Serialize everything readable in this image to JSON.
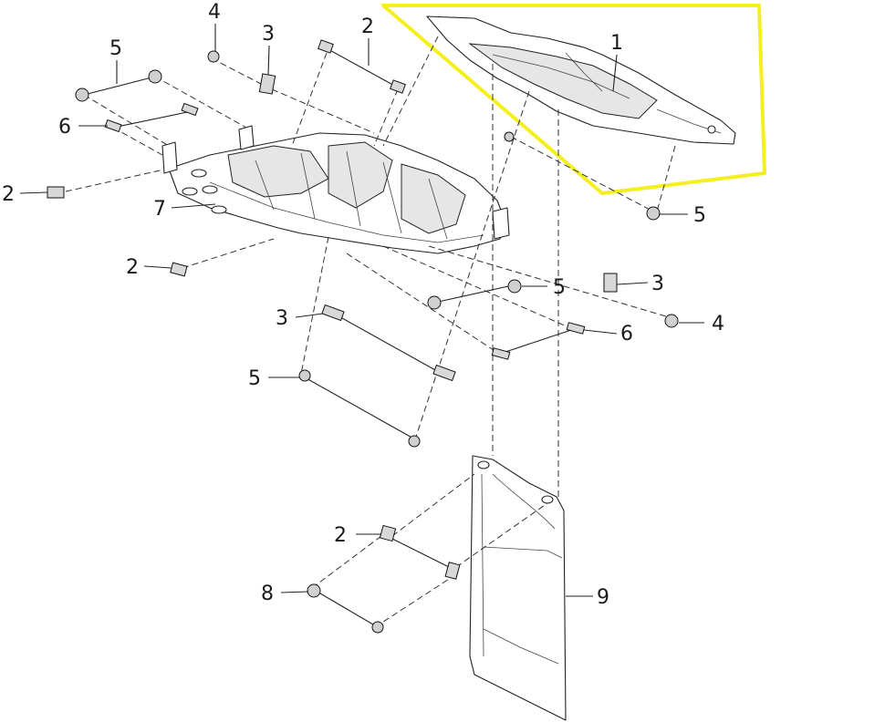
{
  "callouts": {
    "c1": "1",
    "c2a": "2",
    "c2b": "2",
    "c2c": "2",
    "c2d": "2",
    "c3a": "3",
    "c3b": "3",
    "c3c": "3",
    "c4a": "4",
    "c4b": "4",
    "c5a": "5",
    "c5b": "5",
    "c5c": "5",
    "c5d": "5",
    "c6a": "6",
    "c6b": "6",
    "c7": "7",
    "c8": "8",
    "c9": "9"
  },
  "colors": {
    "highlight": "#f4ef1e",
    "line": "#222222",
    "background": "#ffffff"
  }
}
